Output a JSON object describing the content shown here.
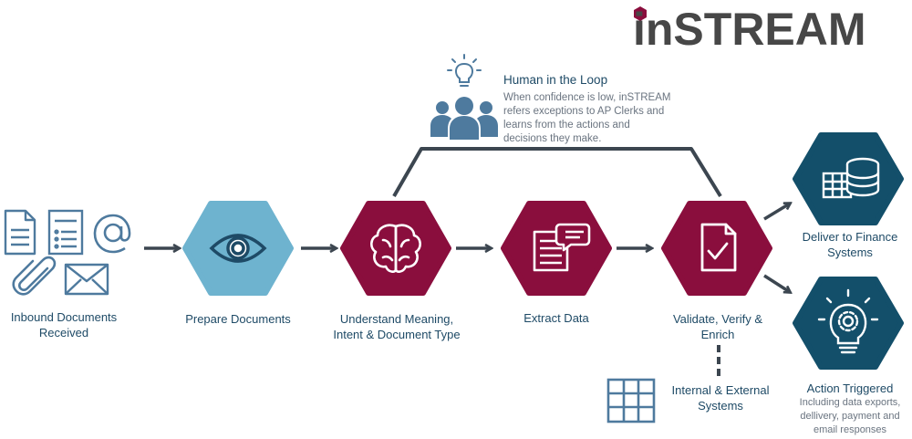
{
  "brand": {
    "name": "inSTREAM",
    "accent": "#8a0e3d",
    "logo_text_color": "#474747",
    "logo_dot_color": "#8a0e3d"
  },
  "colors": {
    "teal": "#6eb3cf",
    "burgundy": "#8a0e3d",
    "navy": "#134f6a",
    "arrow": "#3c4650",
    "label": "#1e4a66",
    "subtext": "#6a7480",
    "icon_blue": "#4e7a9e"
  },
  "human_loop": {
    "title": "Human in the Loop",
    "description_lines": [
      "When confidence is low, inSTREAM",
      "refers exceptions to AP Clerks and",
      "learns from the actions and",
      "decisions they make."
    ],
    "icons": [
      "lightbulb-icon",
      "people-group-icon"
    ]
  },
  "steps": [
    {
      "id": "inbound",
      "label_lines": [
        "Inbound Documents",
        "Received"
      ],
      "icons": [
        "document-icon",
        "list-document-icon",
        "at-sign-icon",
        "paperclip-icon",
        "envelope-icon"
      ]
    },
    {
      "id": "prepare",
      "label_lines": [
        "Prepare Documents"
      ],
      "icon": "eye-icon",
      "color": "#6eb3cf"
    },
    {
      "id": "understand",
      "label_lines": [
        "Understand Meaning,",
        "Intent & Document Type"
      ],
      "icon": "brain-icon",
      "color": "#8a0e3d"
    },
    {
      "id": "extract",
      "label_lines": [
        "Extract Data"
      ],
      "icon": "document-chat-icon",
      "color": "#8a0e3d"
    },
    {
      "id": "validate",
      "label_lines": [
        "Validate, Verify &",
        "Enrich"
      ],
      "icon": "document-check-icon",
      "color": "#8a0e3d"
    }
  ],
  "outputs": [
    {
      "id": "deliver",
      "label_lines": [
        "Deliver to Finance",
        "Systems"
      ],
      "icon": "table-database-icon",
      "color": "#134f6a"
    },
    {
      "id": "action",
      "label_lines": [
        "Action Triggered"
      ],
      "sub_lines": [
        "Including data exports,",
        "dellivery, payment and",
        "email responses"
      ],
      "icon": "lightbulb-gear-icon",
      "color": "#134f6a"
    }
  ],
  "systems": {
    "label_lines": [
      "Internal & External",
      "Systems"
    ],
    "icon": "grid-table-icon"
  }
}
